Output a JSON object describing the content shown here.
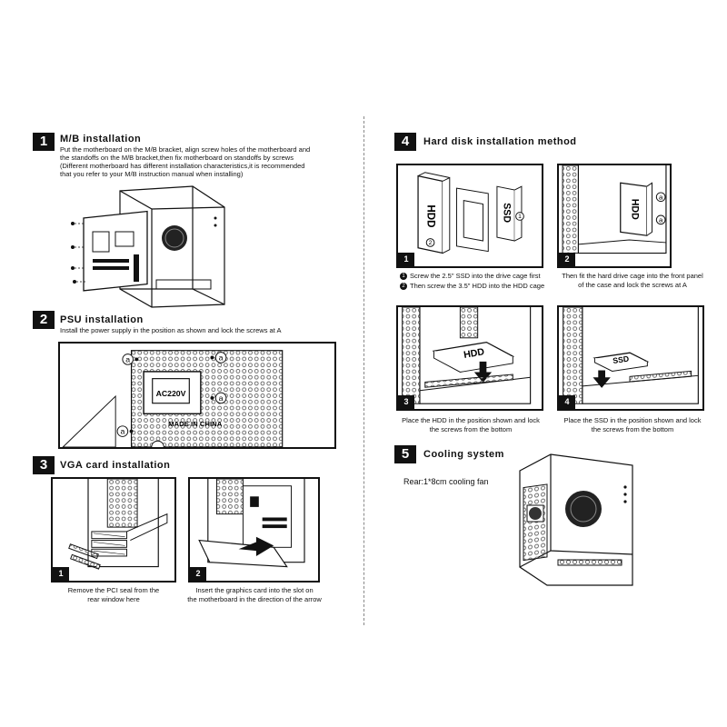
{
  "section1": {
    "num": "1",
    "title": "M/B installation",
    "lines": [
      "Put the motherboard on the M/B bracket, align screw holes of the motherboard and",
      "the standoffs on the M/B bracket,then fix motherboard on standoffs by screws",
      "(Different motherboard has different installation characteristics,it is recommended",
      "that you refer to your M/B instruction manual when installing)"
    ]
  },
  "section2": {
    "num": "2",
    "title": "PSU installation",
    "line": "Install the power supply in the position as shown and lock the screws at A",
    "marker": "a",
    "psu_text": "MADE IN CHINA",
    "psu_label": "AC220V"
  },
  "section3": {
    "num": "3",
    "title": "VGA card installation",
    "steps": [
      {
        "badge": "1",
        "caption": "Remove the PCI seal from the\nrear window here"
      },
      {
        "badge": "2",
        "caption": "Insert the graphics card into the slot on\nthe motherboard in the direction of the arrow"
      }
    ]
  },
  "section4": {
    "num": "4",
    "title": "Hard disk installation method",
    "hdd_label": "HDD",
    "ssd_label": "SSD",
    "marker": "a",
    "steps": [
      {
        "badge": "1"
      },
      {
        "badge": "2",
        "caption": "Then fit the hard drive cage into the front panel\nof the case and lock the screws at A"
      },
      {
        "badge": "3",
        "caption": "Place the HDD in the position shown and lock\nthe screws from the bottom"
      },
      {
        "badge": "4",
        "caption": "Place the SSD in the position shown and lock\nthe screws from the bottom"
      }
    ],
    "step1_notes": [
      {
        "bullet": "1",
        "text": "Screw the 2.5\" SSD into the drive cage first"
      },
      {
        "bullet": "2",
        "text": "Then screw the 3.5\" HDD into the HDD cage"
      }
    ]
  },
  "section5": {
    "num": "5",
    "title": "Cooling system",
    "note": "Rear:1*8cm cooling fan"
  },
  "colors": {
    "ink": "#111111",
    "mesh": "#555555",
    "paper": "#ffffff"
  }
}
